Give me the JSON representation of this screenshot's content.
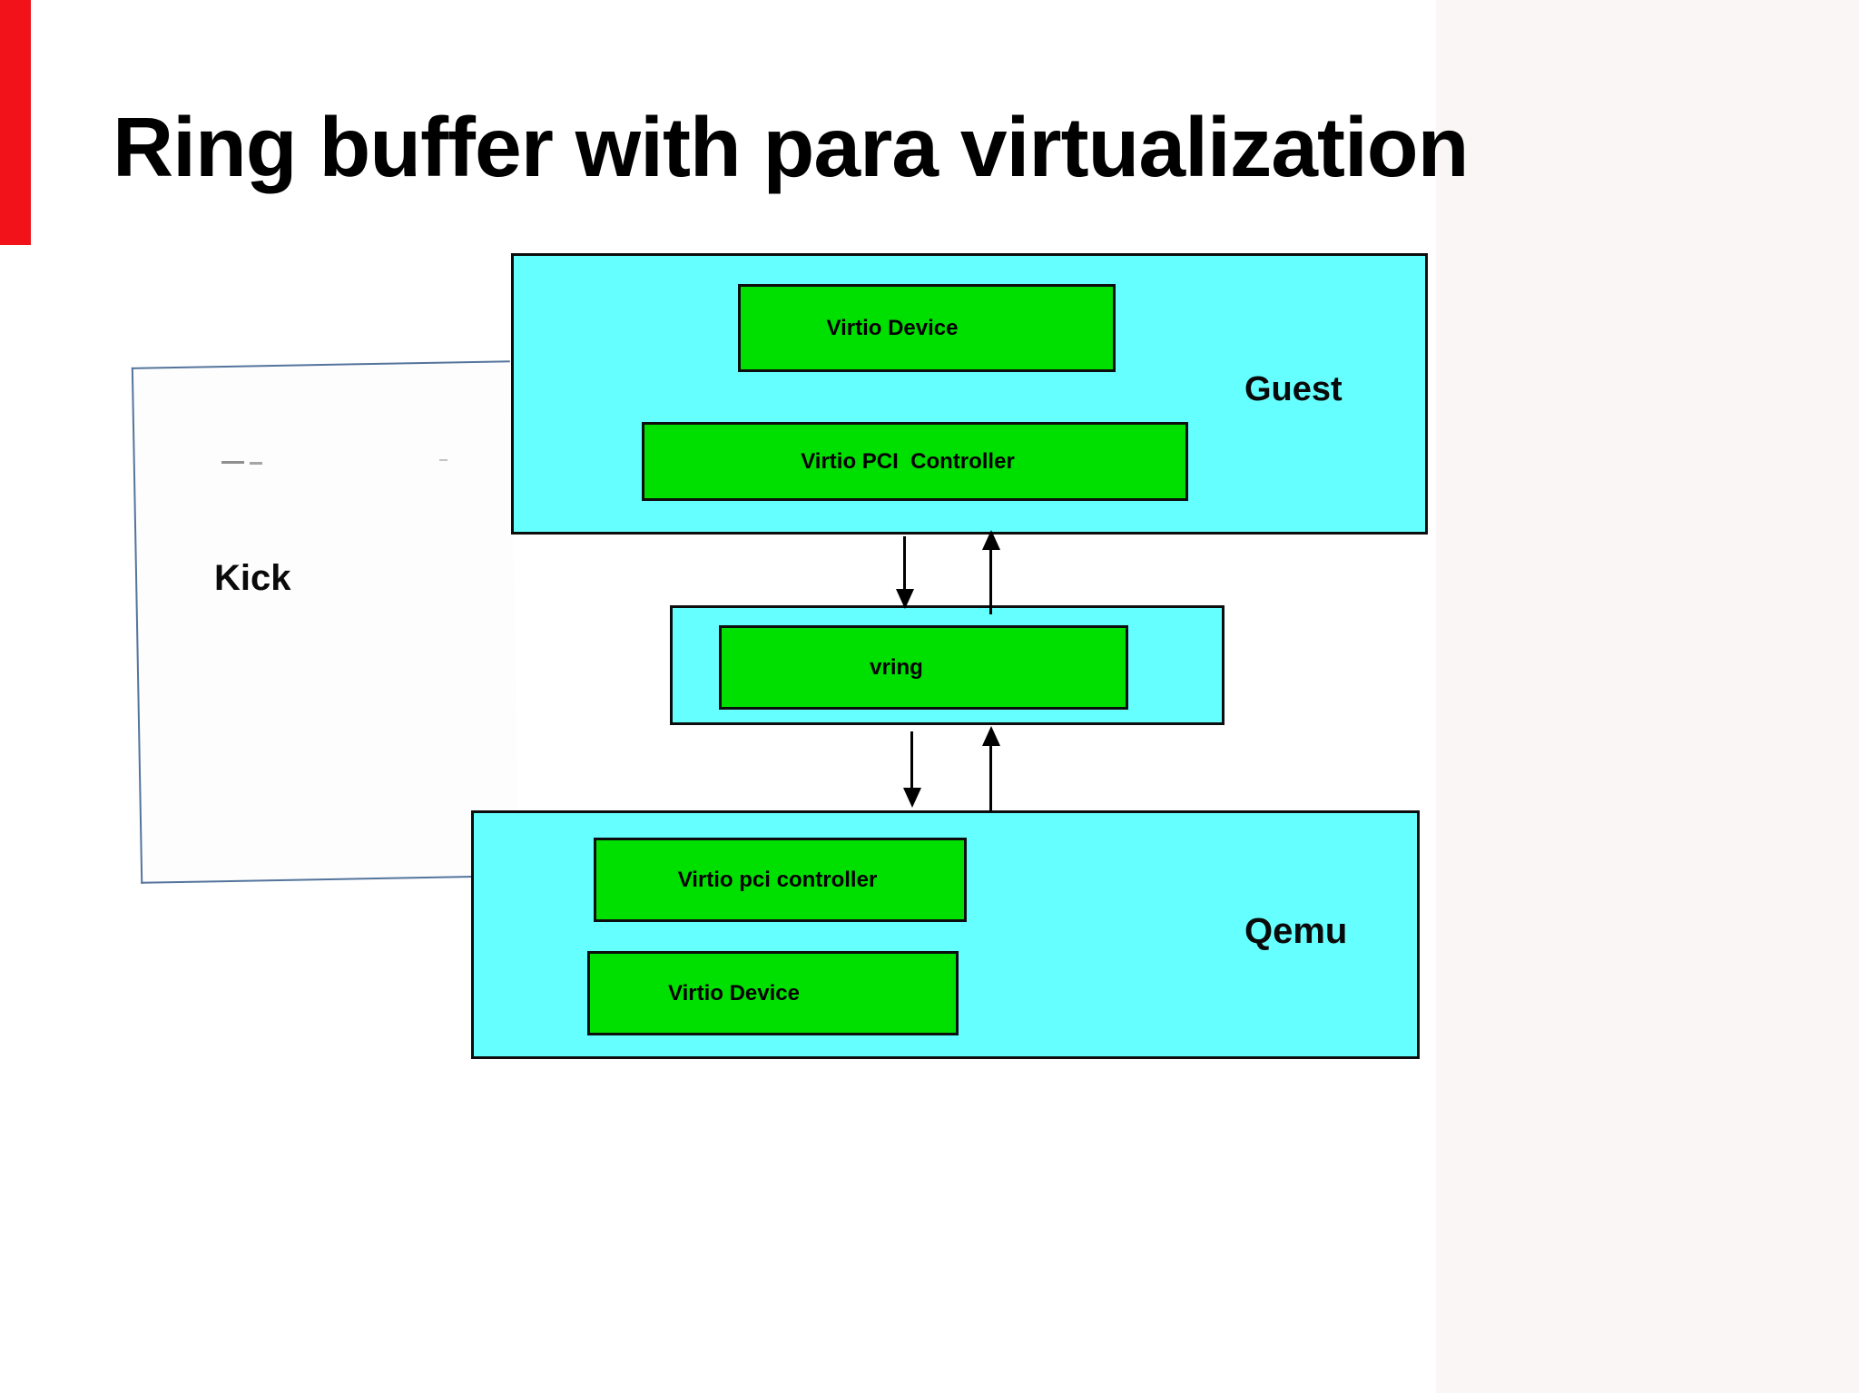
{
  "title": {
    "text": "Ring buffer with para virtualization"
  },
  "diagram": {
    "guest": {
      "label": "Guest",
      "children": [
        {
          "label": "Virtio Device"
        },
        {
          "label": "Virtio PCI  Controller"
        }
      ]
    },
    "ring": {
      "children": [
        {
          "label": "vring"
        }
      ]
    },
    "qemu": {
      "label": "Qemu",
      "children": [
        {
          "label": "Virtio pci controller"
        },
        {
          "label": "Virtio Device"
        }
      ]
    },
    "kick": {
      "label": "Kick"
    }
  },
  "colors": {
    "container_fill": "#66ffff",
    "inner_fill": "#00e000",
    "outline": "#0d0d0d",
    "red_bar": "#f2121a",
    "kick_frame_border": "#54749c",
    "background": "#ffffff"
  }
}
